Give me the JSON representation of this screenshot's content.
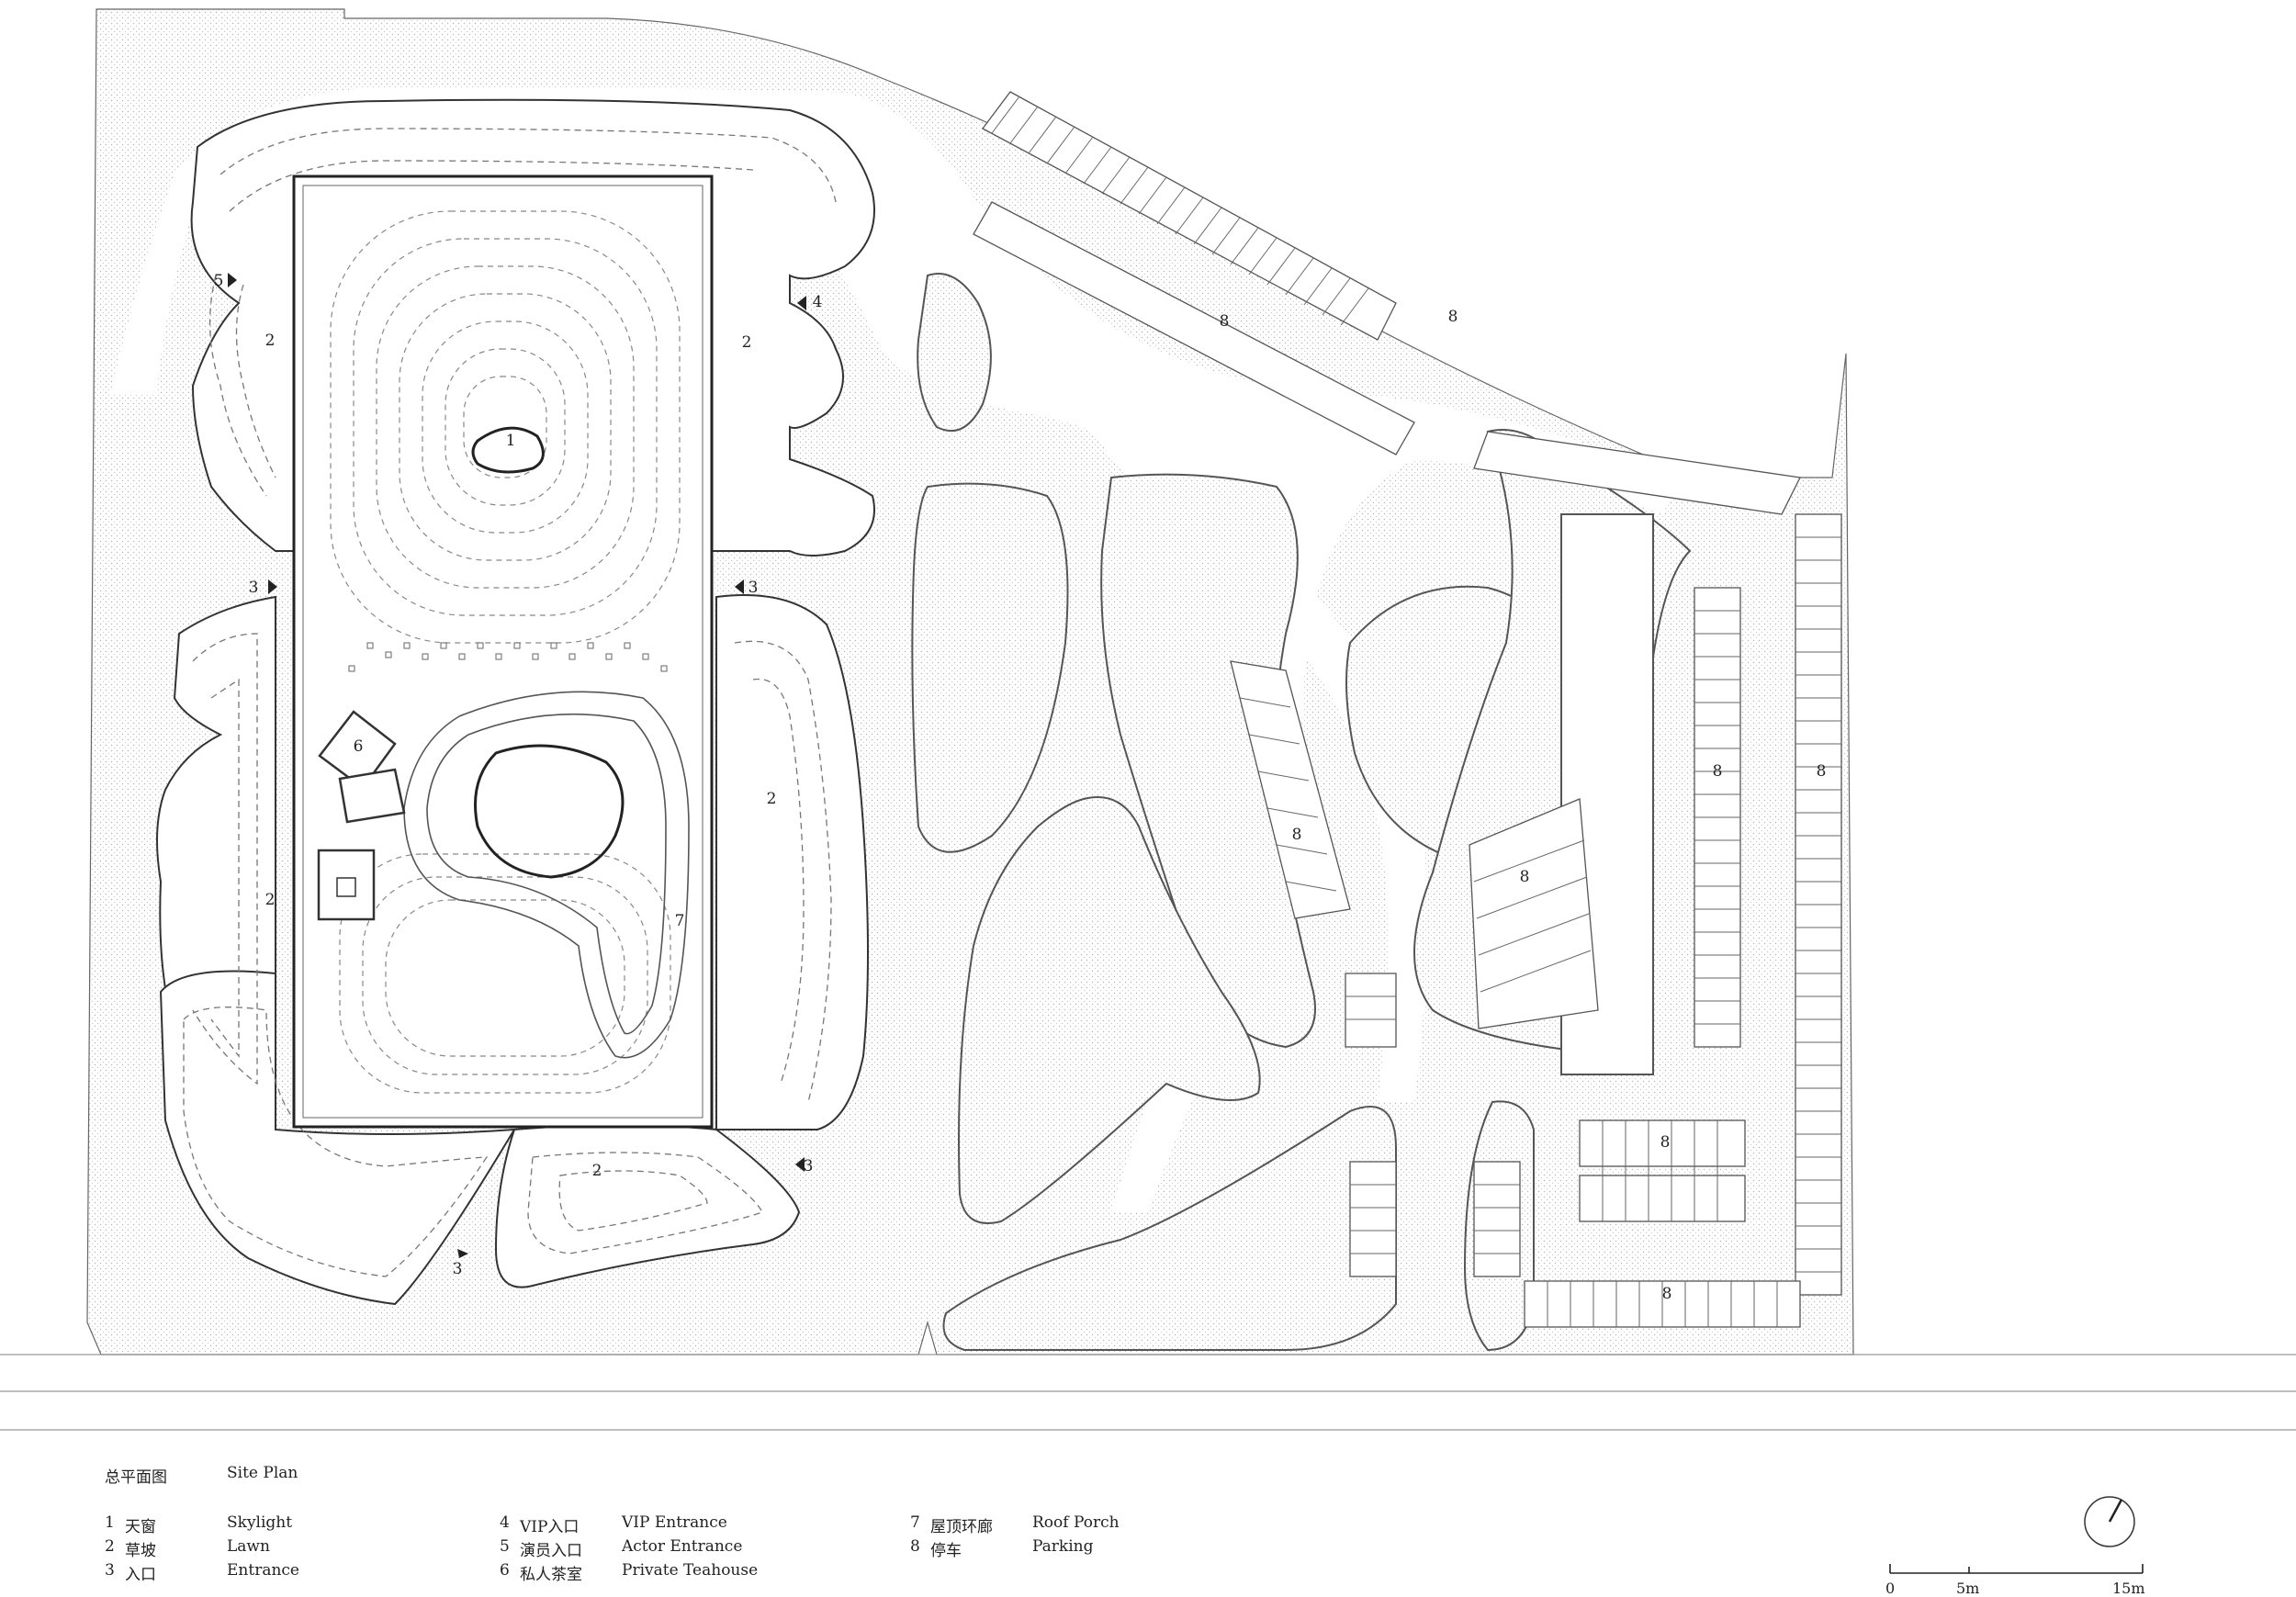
{
  "title": {
    "zh": "总平面图",
    "en": "Site Plan"
  },
  "legend": [
    {
      "num": "1",
      "zh": "天窗",
      "en": "Skylight"
    },
    {
      "num": "2",
      "zh": "草坡",
      "en": "Lawn"
    },
    {
      "num": "3",
      "zh": "入口",
      "en": "Entrance"
    },
    {
      "num": "4",
      "zh": "VIP入口",
      "en": "VIP Entrance"
    },
    {
      "num": "5",
      "zh": "演员入口",
      "en": "Actor Entrance"
    },
    {
      "num": "6",
      "zh": "私人茶室",
      "en": "Private Teahouse"
    },
    {
      "num": "7",
      "zh": "屋顶环廊",
      "en": "Roof Porch"
    },
    {
      "num": "8",
      "zh": "停车",
      "en": "Parking"
    }
  ],
  "scale": {
    "labels": [
      "0",
      "5m",
      "15m"
    ]
  },
  "plan_labels": {
    "skylight": "1",
    "lawn": "2",
    "entrance": "3",
    "vip_entrance": "4",
    "actor_entrance": "5",
    "teahouse": "6",
    "roof_porch": "7",
    "parking": "8"
  },
  "colors": {
    "line": "#333333",
    "hatch": "#d9d9d9",
    "light_line": "#9a9a9a"
  },
  "north_arrow": {
    "icon": "north-arrow-icon"
  }
}
